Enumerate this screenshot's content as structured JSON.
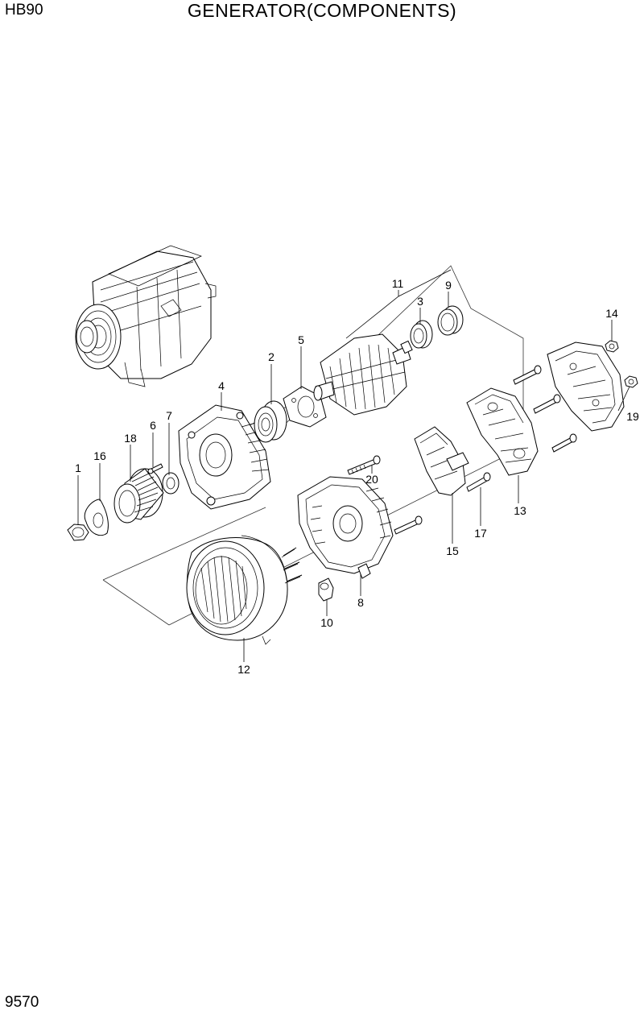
{
  "header": {
    "model_code": "HB90",
    "title": "GENERATOR(COMPONENTS)"
  },
  "footer": {
    "page_number": "9570"
  },
  "callouts": [
    {
      "id": "c1",
      "label": "1"
    },
    {
      "id": "c2",
      "label": "2"
    },
    {
      "id": "c3",
      "label": "3"
    },
    {
      "id": "c4",
      "label": "4"
    },
    {
      "id": "c5",
      "label": "5"
    },
    {
      "id": "c6",
      "label": "6"
    },
    {
      "id": "c7",
      "label": "7"
    },
    {
      "id": "c8",
      "label": "8"
    },
    {
      "id": "c9",
      "label": "9"
    },
    {
      "id": "c10",
      "label": "10"
    },
    {
      "id": "c11",
      "label": "11"
    },
    {
      "id": "c12",
      "label": "12"
    },
    {
      "id": "c13",
      "label": "13"
    },
    {
      "id": "c14",
      "label": "14"
    },
    {
      "id": "c15",
      "label": "15"
    },
    {
      "id": "c16",
      "label": "16"
    },
    {
      "id": "c17",
      "label": "17"
    },
    {
      "id": "c18",
      "label": "18"
    },
    {
      "id": "c19",
      "label": "19"
    },
    {
      "id": "c20",
      "label": "20"
    }
  ]
}
